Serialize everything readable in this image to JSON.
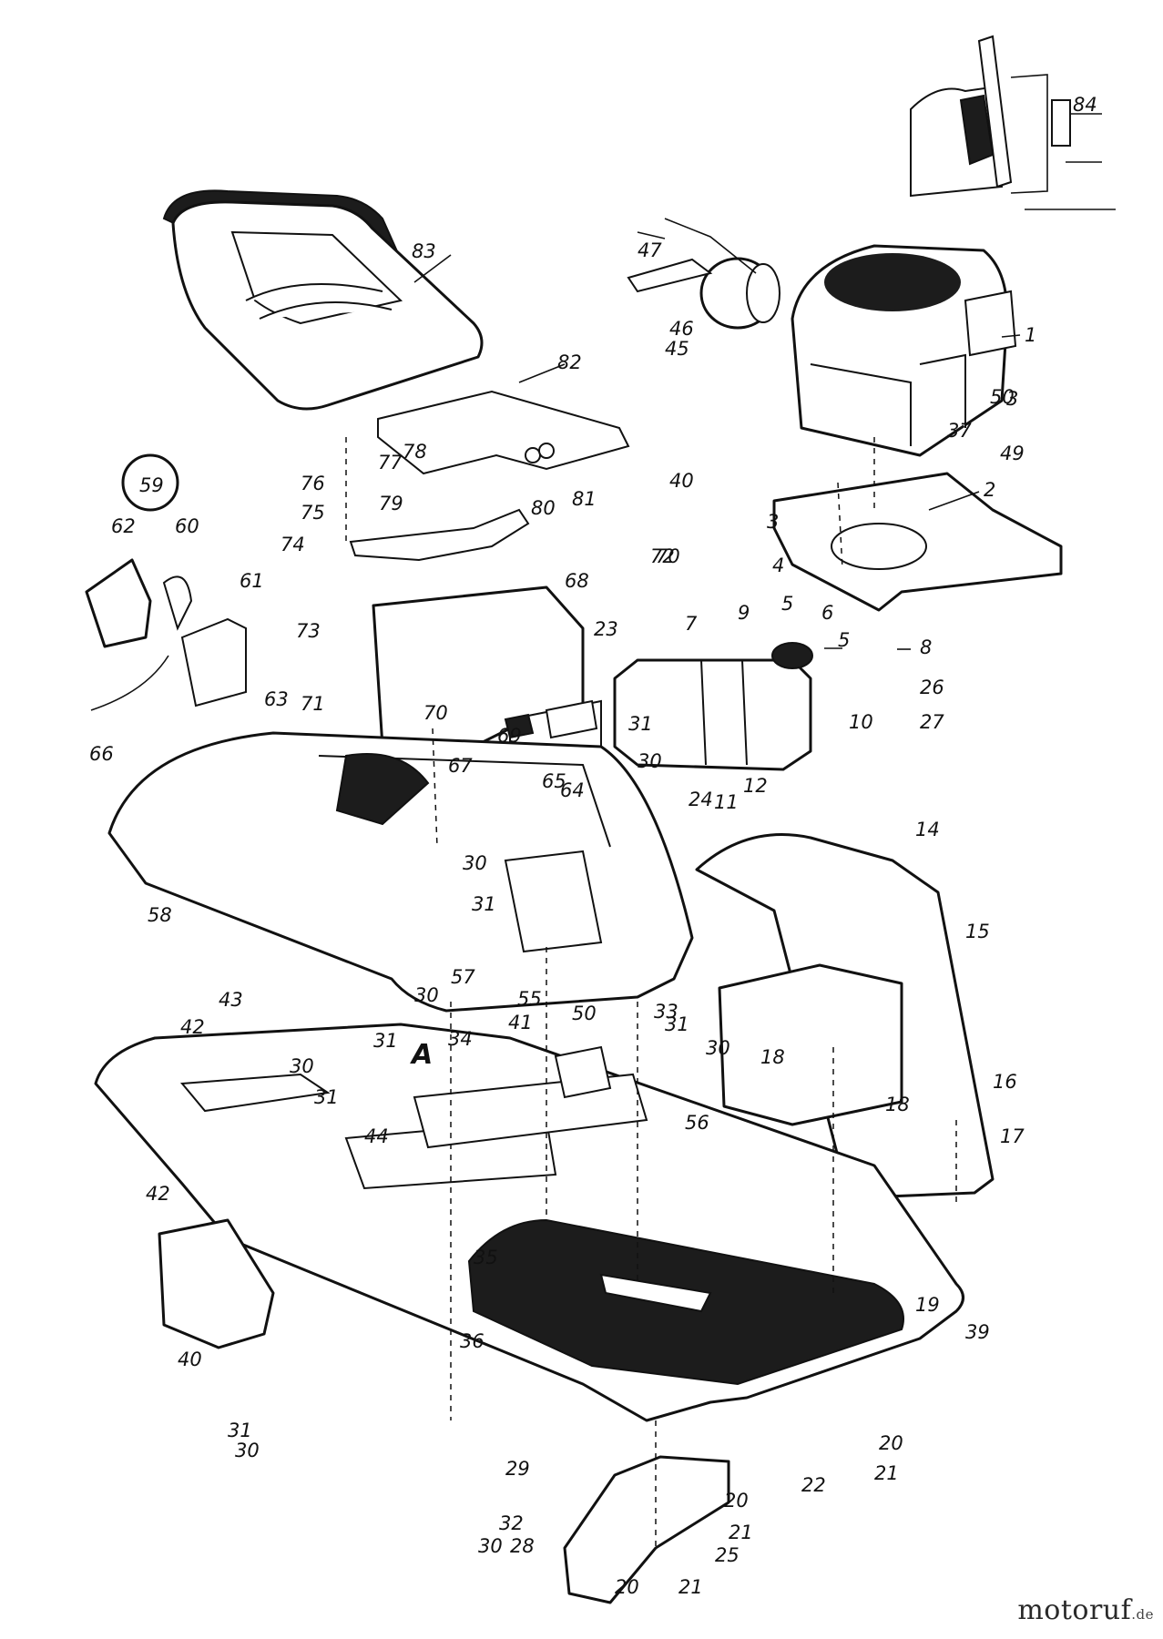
{
  "diagram": {
    "callouts": [
      "1",
      "2",
      "3",
      "3",
      "4",
      "5",
      "5",
      "6",
      "7",
      "8",
      "9",
      "10",
      "11",
      "12",
      "14",
      "15",
      "16",
      "17",
      "18",
      "18",
      "19",
      "20",
      "20",
      "20",
      "21",
      "21",
      "21",
      "22",
      "23",
      "24",
      "25",
      "26",
      "27",
      "28",
      "29",
      "30",
      "30",
      "30",
      "30",
      "30",
      "30",
      "30",
      "31",
      "31",
      "31",
      "31",
      "31",
      "31",
      "32",
      "33",
      "34",
      "35",
      "36",
      "37",
      "39",
      "40",
      "40",
      "41",
      "42",
      "42",
      "43",
      "44",
      "45",
      "46",
      "47",
      "49",
      "50",
      "50",
      "55",
      "56",
      "57",
      "58",
      "59",
      "60",
      "61",
      "62",
      "63",
      "64",
      "65",
      "66",
      "67",
      "68",
      "69",
      "70",
      "70",
      "71",
      "72",
      "73",
      "74",
      "75",
      "76",
      "77",
      "78",
      "79",
      "80",
      "81",
      "82",
      "83",
      "84"
    ],
    "section_marker": "A"
  },
  "watermark": {
    "brand": "motoruf",
    "suffix": ".de"
  }
}
